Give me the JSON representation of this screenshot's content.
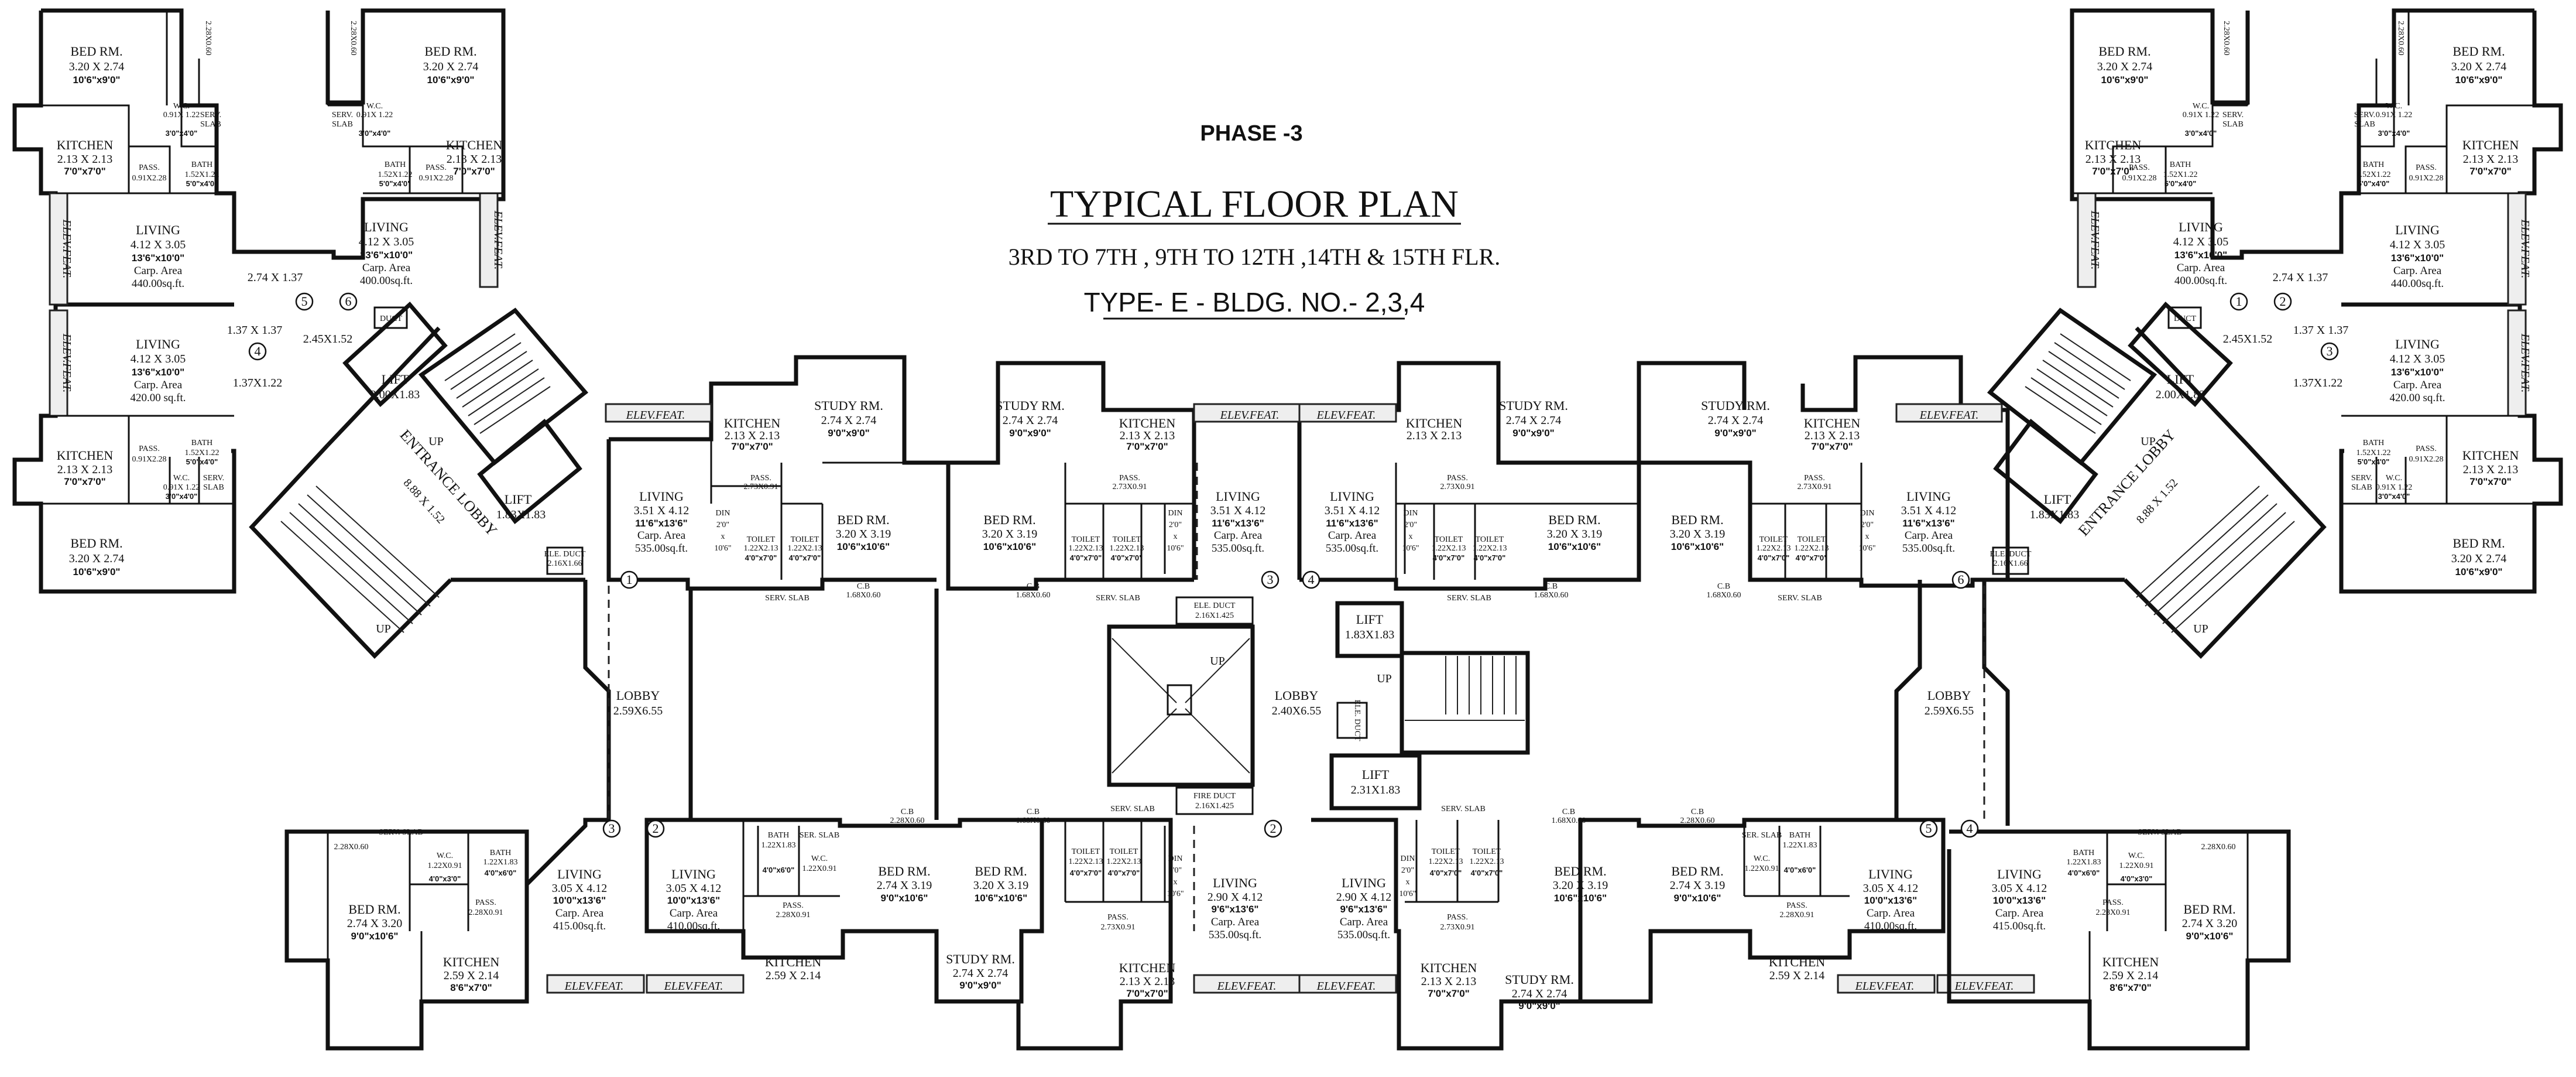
{
  "header": {
    "phase": "PHASE -3",
    "title": "TYPICAL FLOOR PLAN",
    "floors": "3RD TO 7TH , 9TH TO 12TH ,14TH & 15TH FLR.",
    "type_label": "TYPE- E - BLDG. NO.- 2,3,4"
  },
  "labels": {
    "bed": "BED RM.",
    "living": "LIVING",
    "kitchen": "KITCHEN",
    "study": "STUDY RM.",
    "toilet": "TOILET",
    "bath": "BATH",
    "wc": "W.C.",
    "pass": "PASS.",
    "cb": "C.B",
    "serv": "SERV.",
    "slab": "SLAB",
    "serv_slab": "SERV. SLAB",
    "ser_slab": "SER. SLAB",
    "lift": "LIFT",
    "lobby": "LOBBY",
    "entrance_lobby": "ENTRANCE LOBBY",
    "elev_feat": "ELEV.FEAT.",
    "duct": "DUCT",
    "ele_duct": "ELE. DUCT",
    "fire_duct": "FIRE DUCT",
    "din": "DIN",
    "up": "UP",
    "carp": "Carp. Area"
  },
  "dims": {
    "bed_320x274": "3.20 X 2.74",
    "ft_10x9": "10'6\"x9'0\"",
    "bed_274x320": "2.74 X 3.20",
    "ft_9x10": "9'0\"x10'6\"",
    "bed_320x319": "3.20 X 3.19",
    "ft_10x10": "10'6\"x10'6\"",
    "bed_274x319": "2.74 X 3.19",
    "ft_9x10b": "9'0\"x10'6\"",
    "kit_213": "2.13 X 2.13",
    "ft_7x7": "7'0\"x7'0\"",
    "kit_259": "2.59 X 2.14",
    "ft_8x7": "8'6\"x7'0\"",
    "study_274": "2.74 X 2.74",
    "ft_9x9": "9'0\"x9'0\"",
    "living_412x305": "4.12 X 3.05",
    "ft_13x10": "13'6\"x10'0\"",
    "living_305x412": "3.05 X 4.12",
    "ft_10x13": "10'0\"x13'6\"",
    "living_351x412": "3.51 X 4.12",
    "ft_11x13": "11'6\"x13'6\"",
    "living_290x412": "2.90 X 4.12",
    "ft_95x13": "9'6\"x13'6\"",
    "bath_152x122": "1.52X1.22",
    "ft_5x4": "5'0\"x4'0\"",
    "bath_122x183": "1.22X1.83",
    "ft_4x6": "4'0\"x6'0\"",
    "toilet_122x213": "1.22X2.13",
    "ft_4x7": "4'0\"x7'0\"",
    "wc_091x122": "0.91X 1.22",
    "ft_3x4": "3'0\"x4'0\"",
    "wc_122x091": "1.22X0.91",
    "ft_4x3": "4'0\"x3'0\"",
    "pass_091x228": "0.91X2.28",
    "pass_273x091": "2.73X0.91",
    "pass_228x091": "2.28X0.91",
    "cb_228x060": "2.28X0.60",
    "cb_168x060": "1.68X0.60",
    "cb_side": "2.28X0.60",
    "din_ft": "2'0\"",
    "din_ft2": "x",
    "din_ft3": "10'6\"",
    "lift_200x183": "2.00X1.83",
    "lift_183x183": "1.83X1.83",
    "lift_231x183": "2.31X1.83",
    "lobby_259x655": "2.59X6.55",
    "lobby_240x655": "2.40X6.55",
    "ent_lobby": "8.88 X 1.52",
    "c274x137": "2.74 X 1.37",
    "c245x152": "2.45X1.52",
    "c137x137": "1.37 X 1.37",
    "c137x122": "1.37X1.22",
    "ele_duct": "2.16X1.66",
    "fire_duct_a": "2.16X1.425",
    "fire_duct_b": "2.16X1.425"
  },
  "areas": {
    "a440": "440.00sq.ft.",
    "a400": "400.00sq.ft.",
    "a420": "420.00 sq.ft.",
    "a535": "535.00sq.ft.",
    "a415": "415.00sq.ft.",
    "a410": "410.00sq.ft."
  },
  "units": [
    "1",
    "2",
    "3",
    "4",
    "5",
    "6"
  ]
}
